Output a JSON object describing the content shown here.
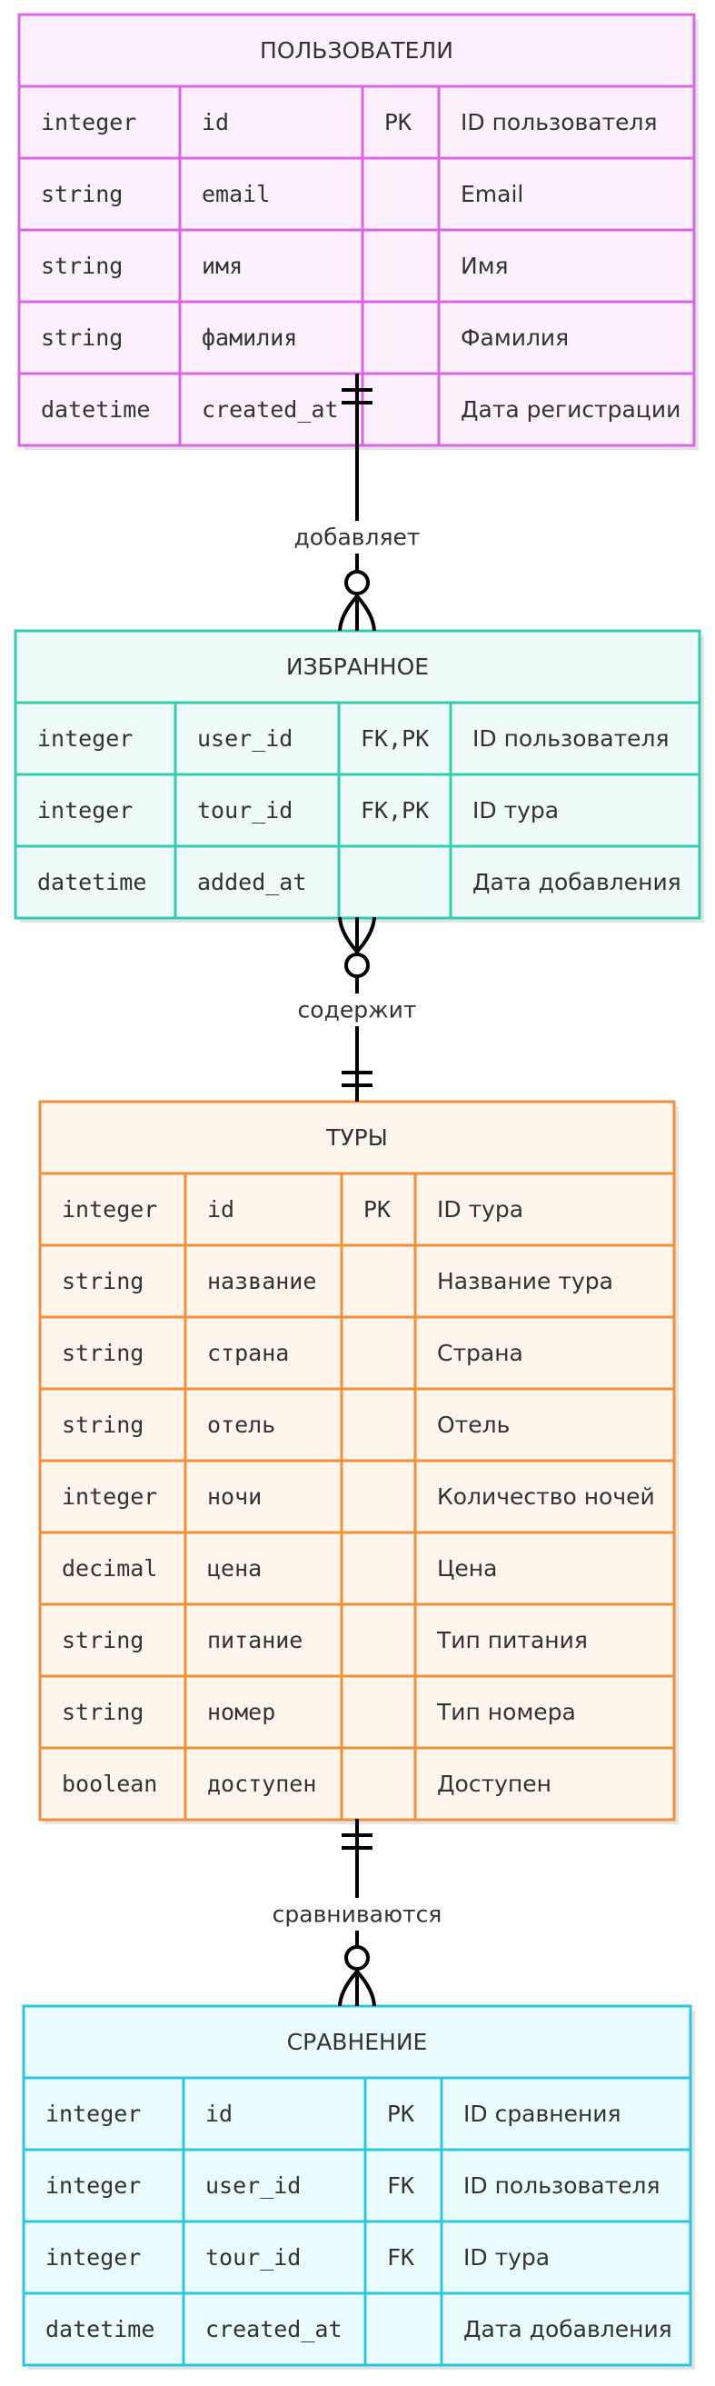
{
  "entities": [
    {
      "name": "ПОЛЬЗОВАТЕЛИ",
      "fill": "#fdf0fd",
      "stroke": "#d966e3",
      "rows": [
        [
          "integer",
          "id",
          "PK",
          "ID пользователя"
        ],
        [
          "string",
          "email",
          "",
          "Email"
        ],
        [
          "string",
          "имя",
          "",
          "Имя"
        ],
        [
          "string",
          "фамилия",
          "",
          "Фамилия"
        ],
        [
          "datetime",
          "created_at",
          "",
          "Дата регистрации"
        ]
      ]
    },
    {
      "name": "ИЗБРАННОЕ",
      "fill": "#eefbf8",
      "stroke": "#33ccb0",
      "rows": [
        [
          "integer",
          "user_id",
          "FK,PK",
          "ID пользователя"
        ],
        [
          "integer",
          "tour_id",
          "FK,PK",
          "ID тура"
        ],
        [
          "datetime",
          "added_at",
          "",
          "Дата добавления"
        ]
      ]
    },
    {
      "name": "ТУРЫ",
      "fill": "#fef5ec",
      "stroke": "#f0913a",
      "rows": [
        [
          "integer",
          "id",
          "PK",
          "ID тура"
        ],
        [
          "string",
          "название",
          "",
          "Название тура"
        ],
        [
          "string",
          "страна",
          "",
          "Страна"
        ],
        [
          "string",
          "отель",
          "",
          "Отель"
        ],
        [
          "integer",
          "ночи",
          "",
          "Количество ночей"
        ],
        [
          "decimal",
          "цена",
          "",
          "Цена"
        ],
        [
          "string",
          "питание",
          "",
          "Тип питания"
        ],
        [
          "string",
          "номер",
          "",
          "Тип номера"
        ],
        [
          "boolean",
          "доступен",
          "",
          "Доступен"
        ]
      ]
    },
    {
      "name": "СРАВНЕНИЕ",
      "fill": "#eafcfd",
      "stroke": "#2cc7dc",
      "rows": [
        [
          "integer",
          "id",
          "PK",
          "ID сравнения"
        ],
        [
          "integer",
          "user_id",
          "FK",
          "ID пользователя"
        ],
        [
          "integer",
          "tour_id",
          "FK",
          "ID тура"
        ],
        [
          "datetime",
          "created_at",
          "",
          "Дата добавления"
        ]
      ]
    }
  ],
  "relationships": [
    {
      "from": "ПОЛЬЗОВАТЕЛИ",
      "to": "ИЗБРАННОЕ",
      "label": "добавляет",
      "from_card": "exactly-one",
      "to_card": "zero-or-many"
    },
    {
      "from": "ИЗБРАННОЕ",
      "to": "ТУРЫ",
      "label": "содержит",
      "from_card": "zero-or-many",
      "to_card": "exactly-one"
    },
    {
      "from": "ТУРЫ",
      "to": "СРАВНЕНИЕ",
      "label": "сравниваются",
      "from_card": "exactly-one",
      "to_card": "zero-or-many"
    }
  ],
  "line_color": "#000000",
  "text_color": "#333333"
}
